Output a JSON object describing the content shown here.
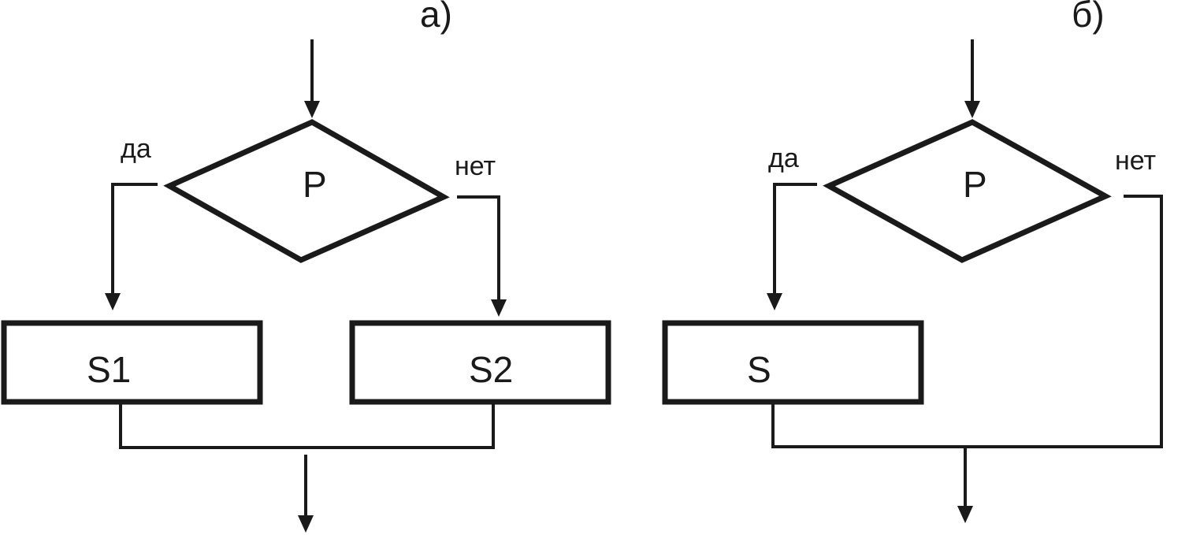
{
  "diagram_a": {
    "caption": "а)",
    "condition": "P",
    "yes_label": "да",
    "no_label": "нет",
    "yes_block": "S1",
    "no_block": "S2"
  },
  "diagram_b": {
    "caption": "б)",
    "condition": "P",
    "yes_label": "да",
    "no_label": "нет",
    "yes_block": "S"
  },
  "colors": {
    "stroke": "#1a1a1a",
    "background": "#ffffff"
  }
}
